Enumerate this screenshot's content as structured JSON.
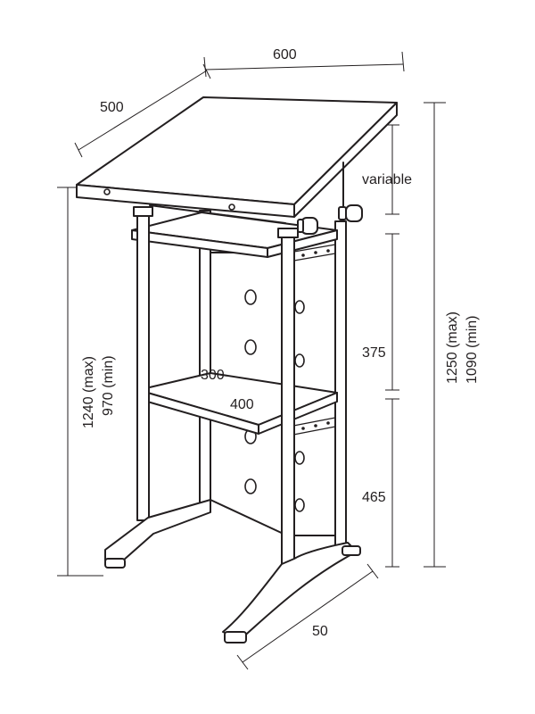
{
  "dimensions": {
    "top_width": "600",
    "top_depth": "500",
    "tilt": "variable",
    "upper_gap": "375",
    "lower_gap": "465",
    "shelf_depth": "300",
    "shelf_width": "400",
    "base": "50",
    "overall_max": "1240 (max)",
    "overall_min": "970  (min)",
    "right_max": "1250 (max)",
    "right_min": "1090 (min)"
  }
}
